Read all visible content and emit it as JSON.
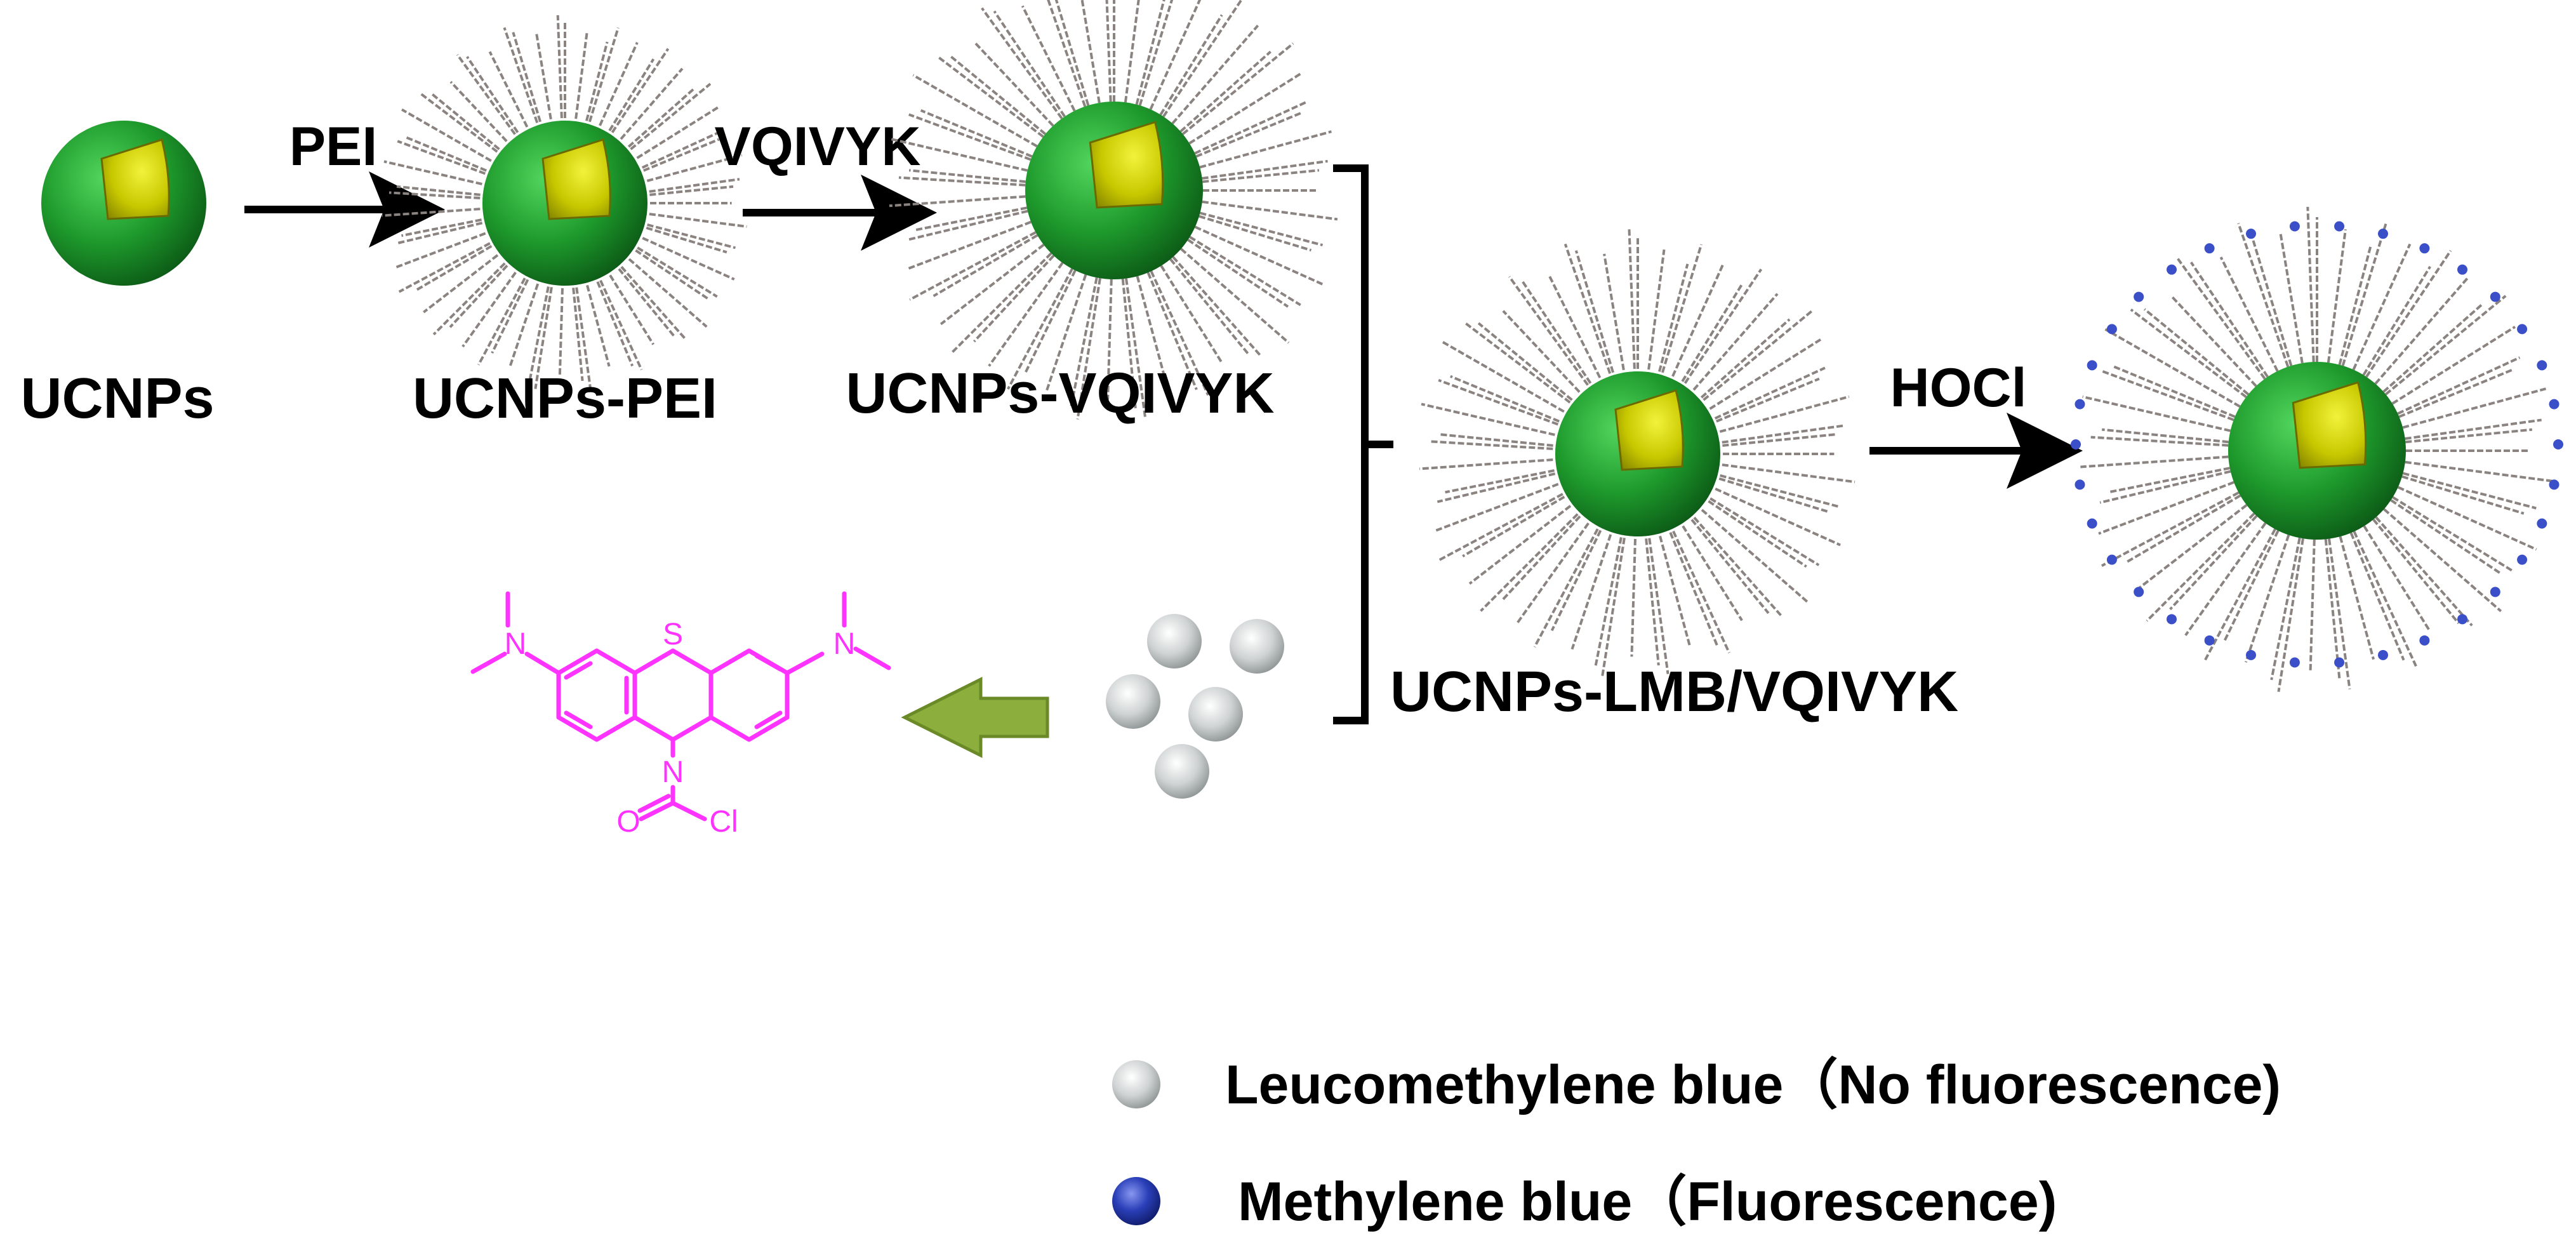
{
  "labels": {
    "ucnps": "UCNPs",
    "ucnps_pei": "UCNPs-PEI",
    "ucnps_vqivyk": "UCNPs-VQIVYK",
    "ucnps_lmb_vqivyk": "UCNPs-LMB/VQIVYK"
  },
  "arrows": {
    "pei": "PEI",
    "vqivyk": "VQIVYK",
    "hocl": "HOCl"
  },
  "molecule": {
    "sulfur": "S",
    "nitrogen_left": "N",
    "nitrogen_right": "N",
    "nitrogen_center": "N",
    "oxygen": "O",
    "chlorine": "Cl"
  },
  "legend": {
    "leuco": "Leucomethylene blue（No fluorescence)",
    "mb": "Methylene blue（Fluorescence)"
  },
  "colors": {
    "shell_green": "#1e9a2c",
    "core_yellow": "#c8c800",
    "molecule_magenta": "#ff33ff",
    "methylene_blue": "#2a3fb8",
    "leuco_grey": "#c8cccc",
    "hollow_arrow_green": "#8cae3c"
  },
  "icons": [
    "core-shell-nanoparticle-icon",
    "leucomethylene-blue-sphere-icon",
    "methylene-blue-sphere-icon",
    "hollow-arrow-icon"
  ]
}
